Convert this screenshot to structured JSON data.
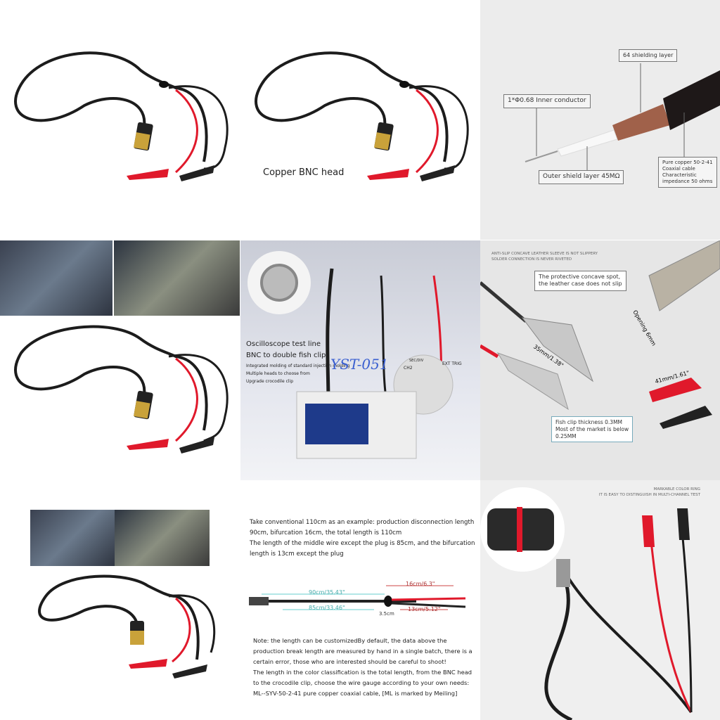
{
  "panel1": {
    "caption": ""
  },
  "panel2": {
    "caption": "Copper BNC head"
  },
  "panel3": {
    "shielding": "64 shielding layer",
    "inner": "1*Φ0.68 Inner conductor",
    "outer": "Outer shield layer 45MΩ",
    "spec": [
      "Pure copper 50-2-41",
      "Coaxial cable",
      "Characteristic",
      "impedance 50 ohms"
    ]
  },
  "panel5": {
    "title1": "Oscilloscope test line",
    "title2": "BNC to double fish clip",
    "features": [
      "Integrated molding of standard injection molding",
      "Multiple heads to choose from",
      "Upgrade crocodile clip"
    ],
    "watermark": "YST-051",
    "panel_labels": [
      "SEC/DIV",
      "CH2",
      "EXT TRIG"
    ]
  },
  "panel6": {
    "top_note": [
      "ANTI-SLIP CONCAVE LEATHER SLEEVE IS NOT SLIPPERY",
      "SOLDER CONNECTION IS NEVER RIVETED"
    ],
    "concave": [
      "The protective concave spot,",
      "the leather case does not slip"
    ],
    "length35": "35mm/1.38\"",
    "opening": "Opening 6mm",
    "length41": "41mm/1.61\"",
    "thickness": [
      "Fish clip thickness 0.3MM",
      "Most of the market is below",
      "0.25MM"
    ]
  },
  "panel8": {
    "intro": [
      "Take conventional 110cm as an example: production disconnection length",
      "90cm, bifurcation 16cm, the total length is 110cm",
      "The length of the middle wire except the plug is 85cm, and the bifurcation",
      "length is 13cm except the plug"
    ],
    "dims": {
      "d90": "90cm/35.43\"",
      "d85": "85cm/33.46\"",
      "d16": "16cm/6.3\"",
      "d13": "13cm/5.12\"",
      "d35": "3.5cm"
    },
    "note": [
      "Note: the length can be customizedBy default, the data above the",
      "production break length are measured by hand in a single batch, there is a",
      "certain error, those who are interested should be careful to shoot!",
      "The length in the color classification is the total length, from the BNC head",
      "to the crocodile clip, choose the wire gauge according to your own needs:",
      "ML--SYV-50-2-41 pure copper coaxial cable, [ML is marked by Meiling]"
    ]
  },
  "panel9": {
    "ring": [
      "MARKABLE COLOR RING",
      "IT IS EASY TO DISTINGUISH IN MULTI-CHANNEL TEST"
    ]
  },
  "colors": {
    "cable": "#1c1c1c",
    "red_clip": "#e0192b",
    "gold_bnc": "#c9a23a",
    "accent_blue": "#3a5fd0"
  }
}
